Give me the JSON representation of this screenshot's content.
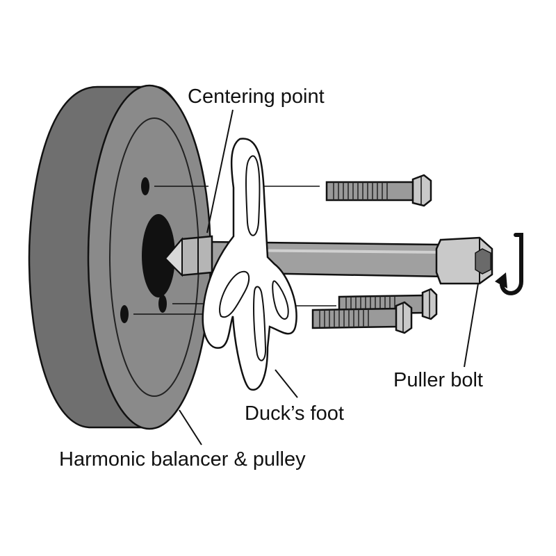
{
  "diagram": {
    "labels": {
      "centering_point": "Centering point",
      "puller_bolt": "Puller bolt",
      "ducks_foot": "Duck’s foot",
      "balancer": "Harmonic balancer & pulley"
    },
    "colors": {
      "pulley_outer": "#6f6f6f",
      "pulley_face": "#8a8a8a",
      "metal_light": "#c9c9c9",
      "metal_bolt": "#9a9a9a",
      "hole": "#111111",
      "line": "#111111"
    },
    "icons": [
      "rotate-arrow-icon"
    ]
  }
}
